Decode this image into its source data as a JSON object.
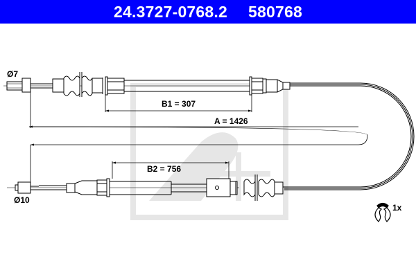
{
  "header": {
    "part_number": "24.3727-0768.2",
    "ref_number": "580768",
    "background_color": "#0000ff",
    "text_color": "#ffffff"
  },
  "drawing": {
    "type": "brake cable technical drawing",
    "top_end": {
      "diameter_label": "Ø7"
    },
    "bottom_end": {
      "diameter_label": "Ø10"
    },
    "dimensions": {
      "b1": "B1 = 307",
      "a": "A = 1426",
      "b2": "B2 = 756"
    },
    "accessory": {
      "icon": "retaining-clip-icon",
      "quantity_label": "1x"
    },
    "watermark": "ate-logo"
  }
}
